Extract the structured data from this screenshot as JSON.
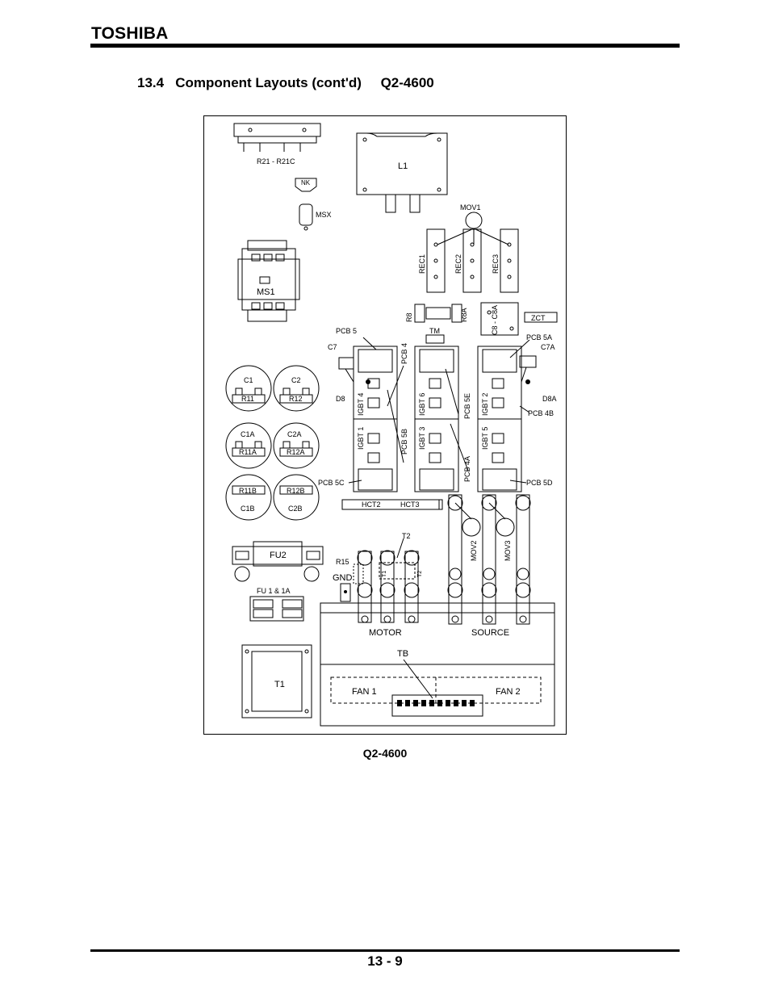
{
  "header": {
    "brand": "TOSHIBA"
  },
  "section": {
    "number": "13.4",
    "title": "Component Layouts (cont'd)",
    "model": "Q2-4600"
  },
  "figure": {
    "caption": "Q2-4600",
    "labels": {
      "r21": "R21 - R21C",
      "l1": "L1",
      "nk": "NK",
      "msx": "MSX",
      "mov1": "MOV1",
      "rec1": "REC1",
      "rec2": "REC2",
      "rec3": "REC3",
      "ms1": "MS1",
      "r8": "R8",
      "r8a": "R8A",
      "c8": "C8 - C8A",
      "zct": "ZCT",
      "tm": "TM",
      "pcb5": "PCB 5",
      "c7": "C7",
      "pcb4": "PCB 4",
      "pcb5a": "PCB 5A",
      "c7a": "C7A",
      "c1": "C1",
      "c2": "C2",
      "r11": "R11",
      "r12": "R12",
      "d8": "D8",
      "d8a": "D8A",
      "igbt4": "IGBT 4",
      "igbt6": "IGBT 6",
      "igbt2": "IGBT 2",
      "pcb5e": "PCB 5E",
      "pcb4b": "PCB 4B",
      "c1a": "C1A",
      "c2a": "C2A",
      "r11a": "R11A",
      "r12a": "R12A",
      "igbt1": "IGBT 1",
      "igbt3": "IGBT 3",
      "igbt5": "IGBT 5",
      "pcb5b": "PCB 5B",
      "pcb4a": "PCB 4A",
      "r11b": "R11B",
      "r12b": "R12B",
      "c1b": "C1B",
      "c2b": "C2B",
      "pcb5c": "PCB 5C",
      "pcb5d": "PCB 5D",
      "hct2": "HCT2",
      "hct3": "HCT3",
      "t2": "T2",
      "fu2": "FU2",
      "r15": "R15",
      "gnd": "GND",
      "mov2": "MOV2",
      "mov3": "MOV3",
      "fu1": "FU 1 & 1A",
      "motor": "MOTOR",
      "source": "SOURCE",
      "tb": "TB",
      "t1": "T1",
      "fan1": "FAN 1",
      "fan2": "FAN 2",
      "t1a": "T1",
      "t2a": "T2"
    }
  },
  "footer": {
    "page": "13 - 9"
  }
}
